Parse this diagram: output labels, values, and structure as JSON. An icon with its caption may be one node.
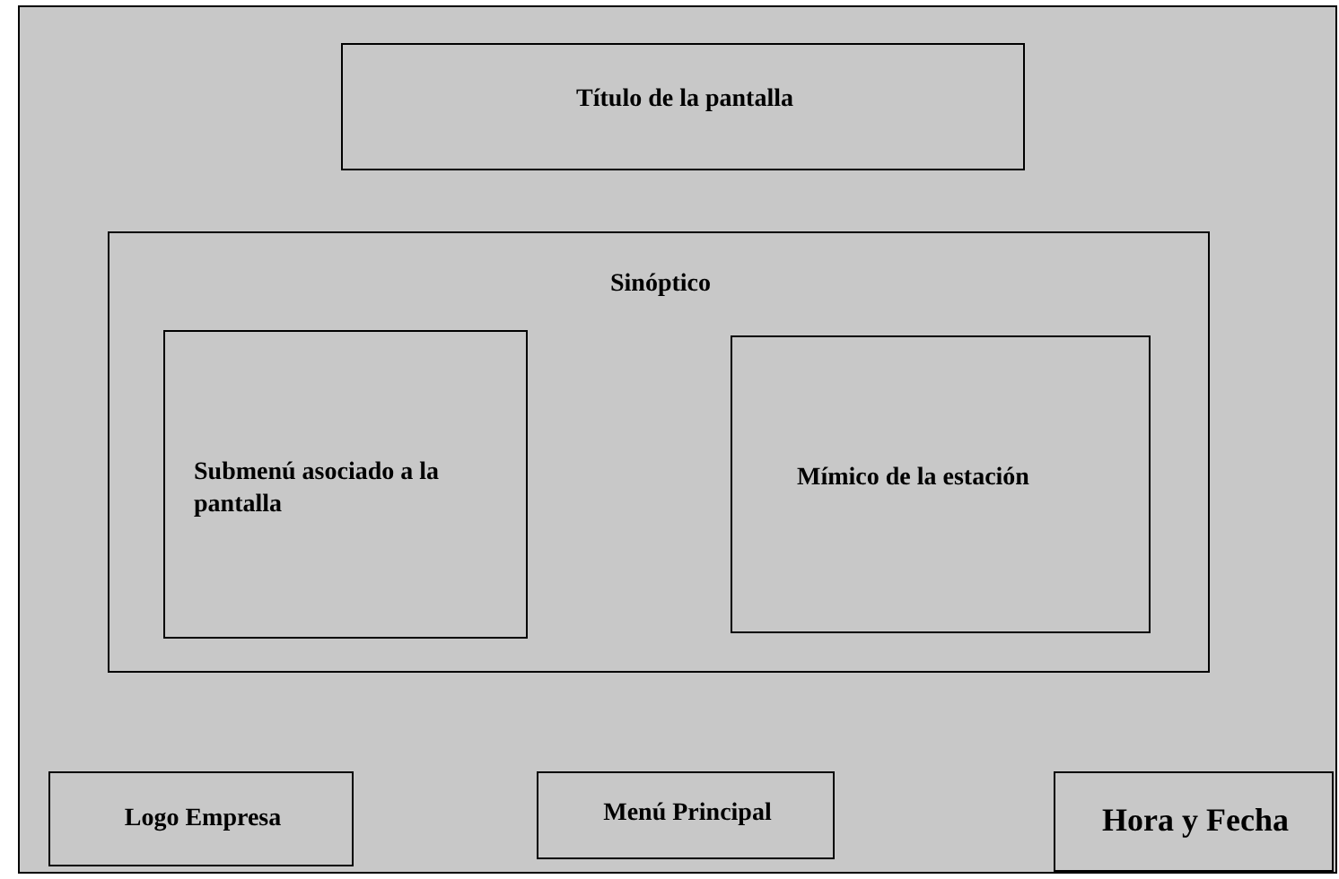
{
  "diagram": {
    "nodes": [
      {
        "text": [
          "Título de la pantalla"
        ]
      },
      {
        "text": [
          "Sinóptico"
        ]
      },
      {
        "text": [
          "Submenú asociado a la pantalla"
        ],
        "in": 1
      },
      {
        "text": [
          "Mímico de la estación"
        ],
        "in": 1
      },
      {
        "text": [
          "Logo Empresa"
        ]
      },
      {
        "text": [
          "Menú Principal"
        ]
      },
      {
        "text": [
          "Hora y Fecha"
        ]
      }
    ]
  }
}
